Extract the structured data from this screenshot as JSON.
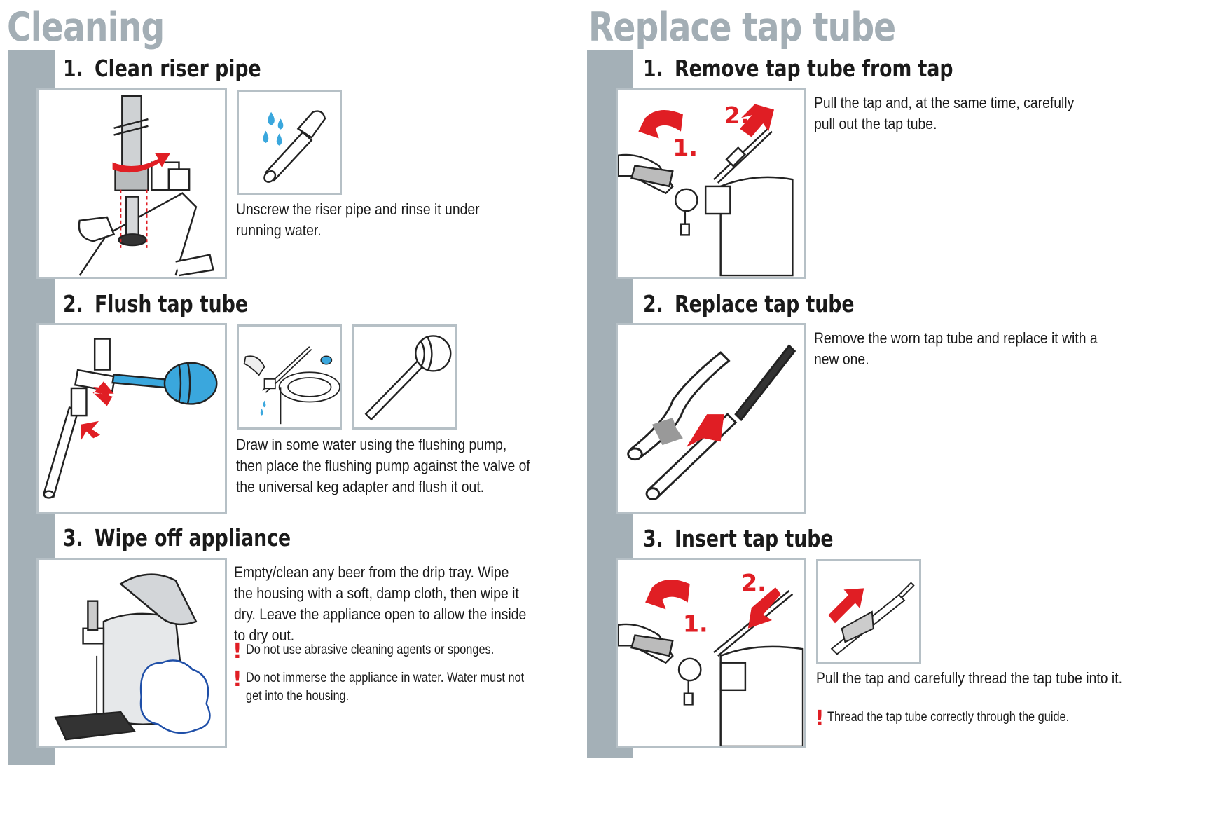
{
  "cleaning": {
    "title": "Cleaning",
    "steps": [
      {
        "num": "1.",
        "heading": "Clean riser pipe",
        "text": "Unscrew the riser pipe and rinse it under running water."
      },
      {
        "num": "2.",
        "heading": "Flush tap tube",
        "text": "Draw in some water using the flushing pump, then place the flushing pump against the valve of the universal keg adapter and flush it out."
      },
      {
        "num": "3.",
        "heading": "Wipe off appliance",
        "text": "Empty/clean any beer from the drip tray. Wipe the housing with a soft, damp cloth, then wipe it dry. Leave the appliance open to allow the inside to dry out.",
        "warnings": [
          "Do not use abrasive cleaning agents or sponges.",
          "Do not immerse the appliance in water. Water must not get into the housing."
        ]
      }
    ]
  },
  "replace": {
    "title": "Replace tap tube",
    "steps": [
      {
        "num": "1.",
        "heading": "Remove tap tube from tap",
        "text": "Pull the tap and, at the same time, carefully pull out the tap tube.",
        "figure_labels": [
          "1.",
          "2."
        ]
      },
      {
        "num": "2.",
        "heading": "Replace tap tube",
        "text": "Remove the worn tap tube and replace it with a new one."
      },
      {
        "num": "3.",
        "heading": "Insert tap tube",
        "text": "Pull the tap and carefully thread the tap tube into it.",
        "figure_labels": [
          "1.",
          "2."
        ],
        "warnings": [
          "Thread the tap tube correctly through the guide."
        ]
      }
    ]
  },
  "warning_mark": "!",
  "colors": {
    "accent_red": "#e01e24",
    "water_blue": "#3aa7dd",
    "bar_gray": "#a4b0b7",
    "title_gray": "#a3aeb5"
  }
}
